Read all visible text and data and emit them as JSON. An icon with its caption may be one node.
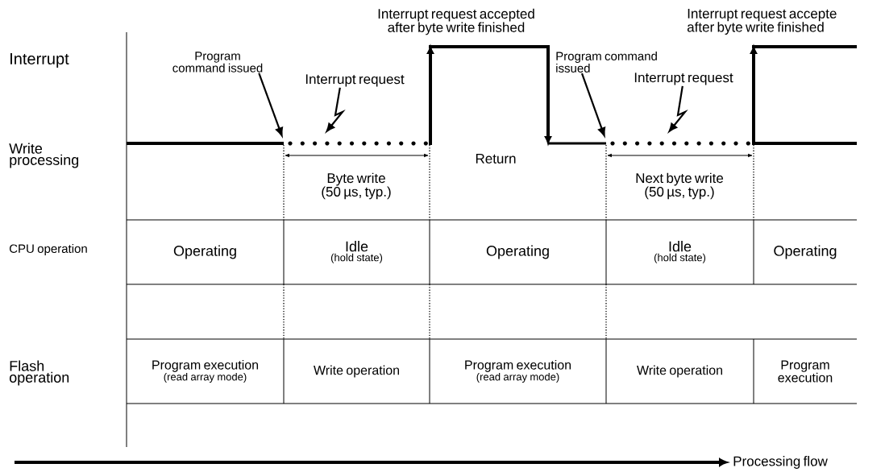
{
  "diagram": {
    "nodes": [
      {
        "text": [
          "Program command issued"
        ]
      },
      {
        "text": [
          "Interrupt request"
        ]
      },
      {
        "text": [
          "Program command issued"
        ]
      },
      {
        "text": [
          "Interrupt request"
        ]
      },
      {
        "text": [
          "Operating"
        ]
      },
      {
        "text": [
          "Idle",
          "(hold state)"
        ]
      },
      {
        "text": [
          "Operating"
        ]
      },
      {
        "text": [
          "Idle",
          "(hold state)"
        ]
      },
      {
        "text": [
          "Operating"
        ]
      },
      {
        "text": [
          "Program execution",
          "(read array mode)"
        ]
      },
      {
        "text": [
          "Write operation"
        ]
      },
      {
        "text": [
          "Program execution",
          "(read array mode)"
        ]
      },
      {
        "text": [
          "Write operation"
        ]
      },
      {
        "text": [
          "Program execution"
        ]
      }
    ],
    "edges": [
      {
        "from": 0,
        "to": null,
        "arrow": "to"
      },
      {
        "from": 1,
        "to": null,
        "arrow": "to"
      },
      {
        "from": 2,
        "to": null,
        "arrow": "to"
      },
      {
        "from": 3,
        "to": null,
        "arrow": "to"
      }
    ],
    "labels": [
      "Interrupt",
      "Write processing",
      "CPU operation",
      "Flash operation",
      "Interrupt request accepted after byte write finished",
      "Byte write (50 µs, typ.)",
      "Return",
      "Interrupt request accepte after byte write finished",
      "Next byte write (50 µs, typ.)",
      "Processing flow"
    ]
  }
}
